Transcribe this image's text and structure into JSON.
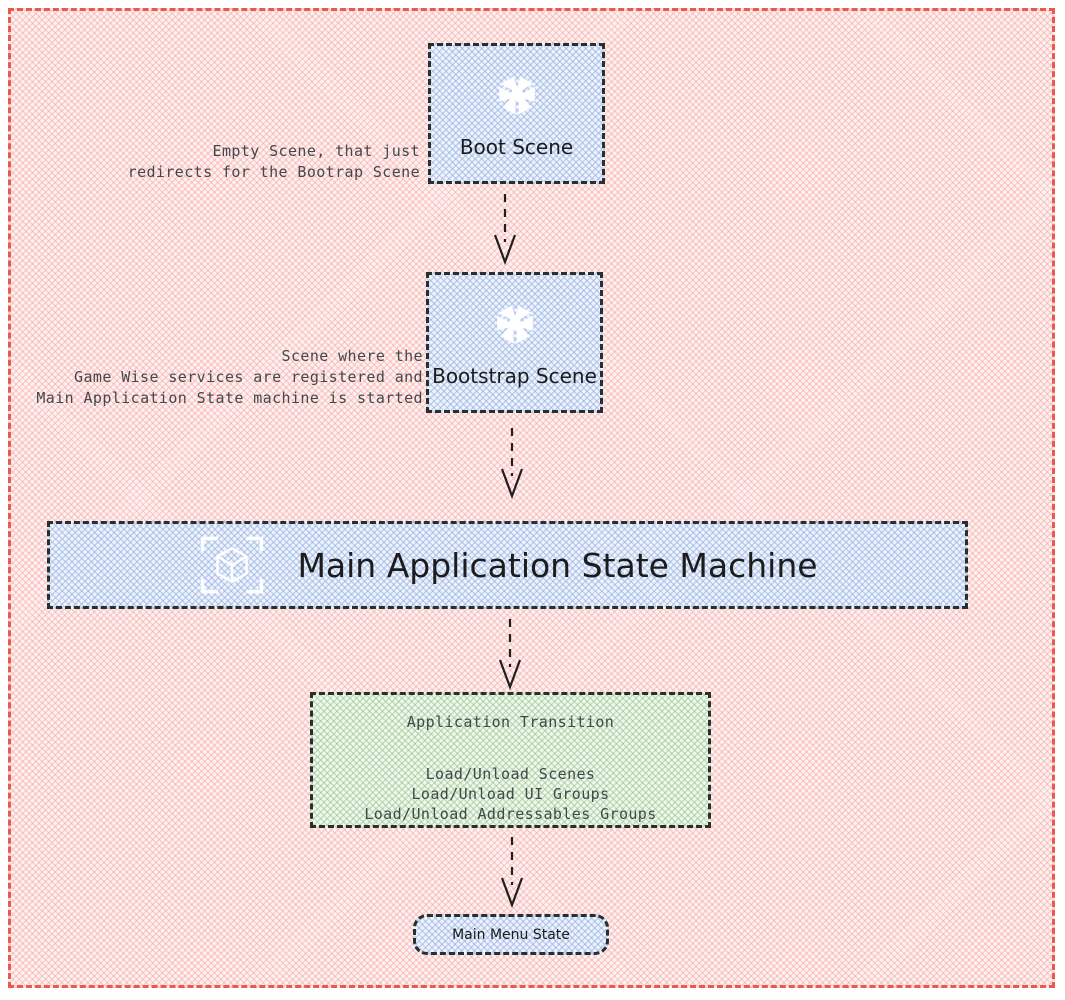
{
  "colors": {
    "frame_border": "#ea584e",
    "node_border": "#2d2d2d",
    "arrow_color": "#1f1f1f",
    "label_text": "#1c1c1c",
    "note_text": "#43484d",
    "blue_fill": "#d3def2",
    "green_fill": "#dcecd8",
    "icon_color": "#ffffff"
  },
  "nodes": {
    "boot": {
      "label": "Boot Scene",
      "icon": "unity-icon"
    },
    "bootstrap": {
      "label": "Bootstrap Scene",
      "icon": "unity-icon"
    },
    "machine": {
      "label": "Main Application State Machine",
      "icon": "cube-scan-icon"
    },
    "transition": {
      "title": "Application Transition",
      "lines": [
        "Load/Unload Scenes",
        "Load/Unload UI Groups",
        "Load/Unload Addressables Groups"
      ]
    },
    "main_menu": {
      "label": "Main Menu State"
    }
  },
  "annotations": {
    "boot_note": [
      "Empty Scene, that just",
      "redirects for the Bootrap Scene"
    ],
    "bootstrap_note": [
      "Scene where the",
      "Game Wise services are registered and",
      "Main Application State machine is started"
    ]
  }
}
